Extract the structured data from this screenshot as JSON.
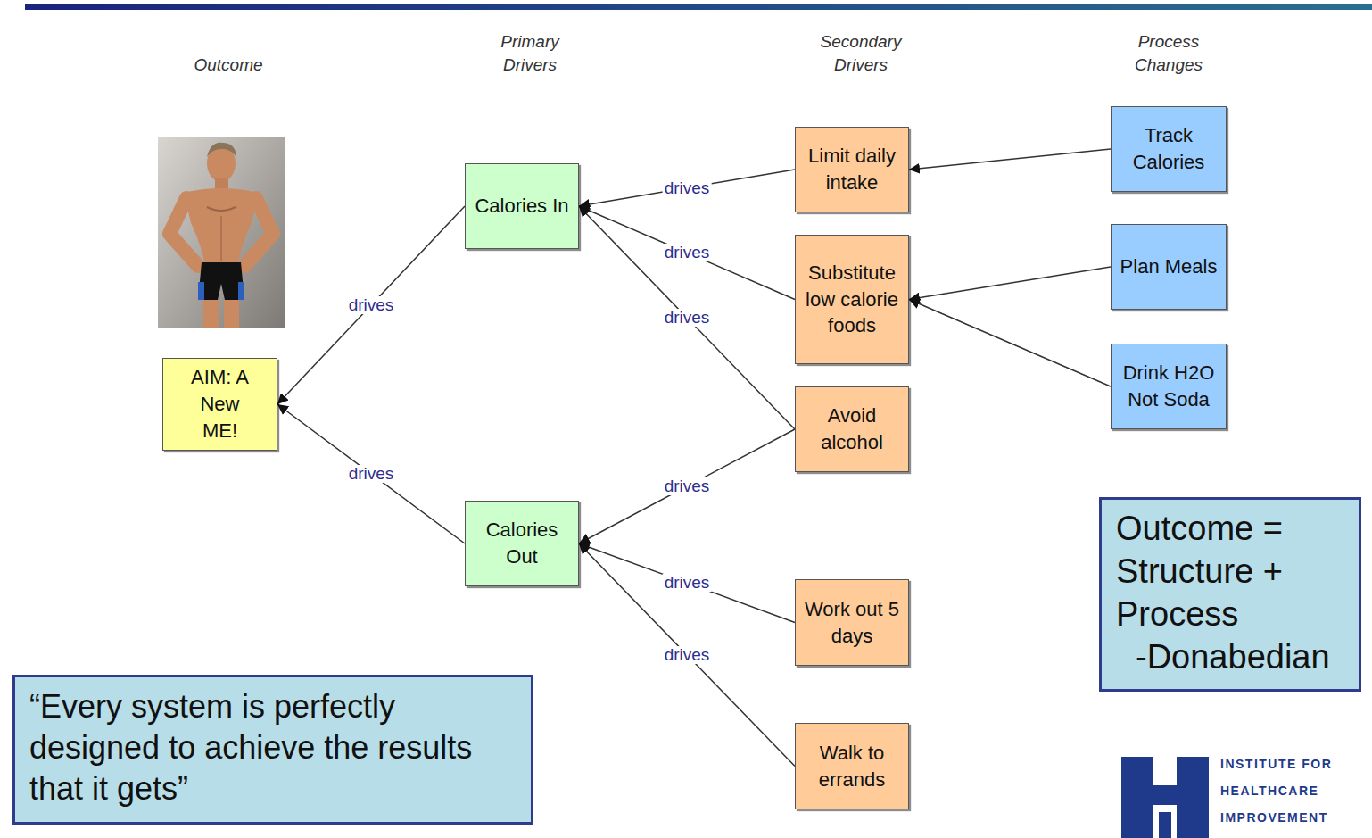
{
  "diagram": {
    "nodes": [
      {
        "text": [
          "AIM: A New ME!"
        ]
      },
      {
        "text": [
          "Calories In"
        ]
      },
      {
        "text": [
          "Calories Out"
        ]
      },
      {
        "text": [
          "Limit daily intake"
        ]
      },
      {
        "text": [
          "Substitute low calorie foods"
        ]
      },
      {
        "text": [
          "Avoid alcohol"
        ]
      },
      {
        "text": [
          "Work out 5 days"
        ]
      },
      {
        "text": [
          "Walk to errands"
        ]
      },
      {
        "text": [
          "Track Calories"
        ]
      },
      {
        "text": [
          "Plan Meals"
        ]
      },
      {
        "text": [
          "Drink H2O Not Soda"
        ]
      },
      {
        "text": [
          "“Every system is perfectly designed to achieve the results that it gets”"
        ]
      },
      {
        "text": [
          "Outcome = Structure + Process",
          "-Donabedian"
        ]
      }
    ],
    "edges": [
      {
        "from": 1,
        "to": 0,
        "arrow": "to",
        "label": "drives"
      },
      {
        "from": 2,
        "to": 0,
        "arrow": "to",
        "label": "drives"
      },
      {
        "from": 3,
        "to": 1,
        "arrow": "to",
        "label": "drives"
      },
      {
        "from": 4,
        "to": 1,
        "arrow": "to",
        "label": "drives"
      },
      {
        "from": 5,
        "to": 1,
        "arrow": "to",
        "label": "drives"
      },
      {
        "from": 5,
        "to": 2,
        "arrow": "to",
        "label": "drives"
      },
      {
        "from": 6,
        "to": 2,
        "arrow": "to",
        "label": "drives"
      },
      {
        "from": 7,
        "to": 2,
        "arrow": "to",
        "label": "drives"
      },
      {
        "from": 8,
        "to": 3,
        "arrow": "to"
      },
      {
        "from": 9,
        "to": 4,
        "arrow": "to"
      },
      {
        "from": 10,
        "to": 4,
        "arrow": "to"
      }
    ],
    "labels": [
      "Outcome",
      "Primary Drivers",
      "Secondary Drivers",
      "Process Changes",
      "INSTITUTE FOR HEALTHCARE IMPROVEMENT"
    ]
  }
}
